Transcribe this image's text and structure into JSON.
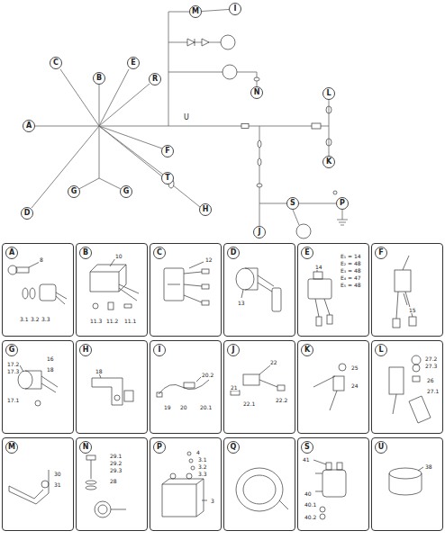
{
  "diagram": {
    "nodes": [
      {
        "text": [
          "M"
        ]
      },
      {
        "text": [
          "I"
        ]
      },
      {
        "text": [
          "C"
        ]
      },
      {
        "text": [
          "E"
        ]
      },
      {
        "text": [
          "B"
        ]
      },
      {
        "text": [
          "R"
        ]
      },
      {
        "text": [
          "N"
        ]
      },
      {
        "text": [
          "L"
        ]
      },
      {
        "text": [
          "A"
        ]
      },
      {
        "text": [
          "F"
        ]
      },
      {
        "text": [
          "K"
        ]
      },
      {
        "text": [
          "T"
        ]
      },
      {
        "text": [
          "G"
        ]
      },
      {
        "text": [
          "G"
        ]
      },
      {
        "text": [
          "S"
        ]
      },
      {
        "text": [
          "P"
        ]
      },
      {
        "text": [
          "H"
        ]
      },
      {
        "text": [
          "D"
        ]
      },
      {
        "text": [
          "J"
        ]
      },
      {
        "text": [
          "8",
          "3.1",
          "3.2",
          "3.3"
        ]
      },
      {
        "text": [
          "A"
        ],
        "in": 19
      },
      {
        "text": [
          "10",
          "11.3",
          "11.2",
          "11.1"
        ]
      },
      {
        "text": [
          "B"
        ],
        "in": 21
      },
      {
        "text": [
          "12"
        ]
      },
      {
        "text": [
          "C"
        ],
        "in": 23
      },
      {
        "text": [
          "13"
        ]
      },
      {
        "text": [
          "D"
        ],
        "in": 25
      },
      {
        "text": [
          "14",
          "E₁ = 14",
          "E₂ = 48",
          "E₃ = 48",
          "E₄ = 47",
          "E₅ = 48"
        ]
      },
      {
        "text": [
          "E"
        ],
        "in": 27
      },
      {
        "text": [
          "15"
        ]
      },
      {
        "text": [
          "F"
        ],
        "in": 29
      },
      {
        "text": [
          "17.2",
          "17.3",
          "16",
          "18",
          "17.1"
        ]
      },
      {
        "text": [
          "G"
        ],
        "in": 31
      },
      {
        "text": [
          "18"
        ]
      },
      {
        "text": [
          "H"
        ],
        "in": 33
      },
      {
        "text": [
          "20.2",
          "19",
          "20",
          "20.1"
        ]
      },
      {
        "text": [
          "I"
        ],
        "in": 35
      },
      {
        "text": [
          "22",
          "21",
          "22.1",
          "22.2"
        ]
      },
      {
        "text": [
          "J"
        ],
        "in": 37
      },
      {
        "text": [
          "25",
          "24"
        ]
      },
      {
        "text": [
          "K"
        ],
        "in": 39
      },
      {
        "text": [
          "27.2",
          "27.3",
          "26",
          "27.1"
        ]
      },
      {
        "text": [
          "L"
        ],
        "in": 41
      },
      {
        "text": [
          "30",
          "31"
        ]
      },
      {
        "text": [
          "M"
        ],
        "in": 43
      },
      {
        "text": [
          "29.1",
          "29.2",
          "29.3",
          "28"
        ]
      },
      {
        "text": [
          "N"
        ],
        "in": 45
      },
      {
        "text": [
          "4",
          "3.1",
          "3.2",
          "3.3",
          "3"
        ]
      },
      {
        "text": [
          "P"
        ],
        "in": 47
      },
      {
        "text": []
      },
      {
        "text": [
          "Q"
        ],
        "in": 49
      },
      {
        "text": [
          "41",
          "40",
          "40.1",
          "40.2"
        ]
      },
      {
        "text": [
          "S"
        ],
        "in": 51
      },
      {
        "text": [
          "38"
        ]
      },
      {
        "text": [
          "U"
        ],
        "in": 53
      }
    ],
    "edges": [
      {
        "from": 0,
        "to": 1,
        "arrow": "none"
      },
      {
        "from": 7,
        "to": 10,
        "arrow": "none"
      },
      {
        "from": 12,
        "to": 13,
        "arrow": "none"
      },
      {
        "from": 14,
        "to": 15,
        "arrow": "none"
      }
    ],
    "labels": [
      "U"
    ]
  }
}
